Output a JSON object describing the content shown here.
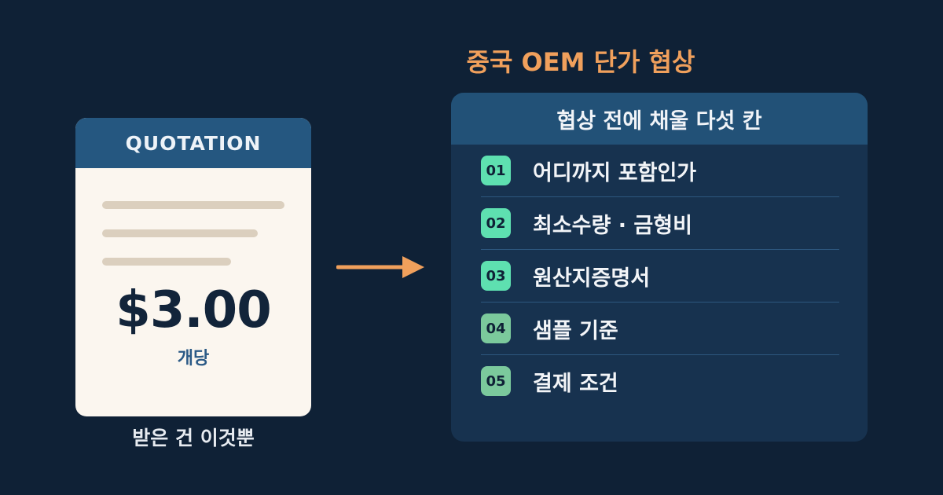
{
  "quotation": {
    "header": "QUOTATION",
    "price": "$3.00",
    "unit": "개당",
    "caption": "받은 건 이것뿐"
  },
  "negotiation": {
    "headline": "중국 OEM 단가 협상",
    "panel_title": "협상 전에 채울 다섯 칸",
    "items": [
      {
        "num": "01",
        "label": "어디까지 포함인가",
        "badge_color": "#5ee0b0"
      },
      {
        "num": "02",
        "label": "최소수량 · 금형비",
        "badge_color": "#5ee0b0"
      },
      {
        "num": "03",
        "label": "원산지증명서",
        "badge_color": "#5ee0b0"
      },
      {
        "num": "04",
        "label": "샘플 기준",
        "badge_color": "#7bc99c"
      },
      {
        "num": "05",
        "label": "결제 조건",
        "badge_color": "#7bc99c"
      }
    ]
  },
  "colors": {
    "background": "#0f2136",
    "accent": "#f0a05c",
    "card_header": "#255780",
    "panel": "#17324f"
  }
}
